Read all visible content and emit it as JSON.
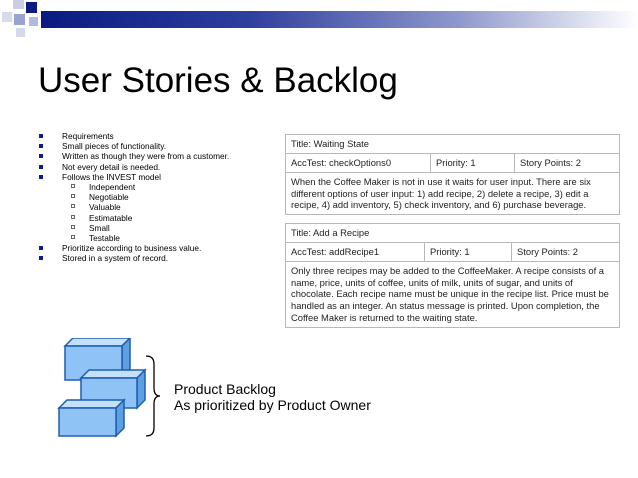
{
  "slide": {
    "title": "User Stories & Backlog"
  },
  "bullets": [
    {
      "label": "Requirements"
    },
    {
      "label": "Small pieces of functionality."
    },
    {
      "label": "Written as though they were from a customer."
    },
    {
      "label": "Not every detail is needed."
    },
    {
      "label": "Follows the INVEST model",
      "sub": [
        "Independent",
        "Negotiable",
        "Valuable",
        "Estimatable",
        "Small",
        "Testable"
      ]
    },
    {
      "label": "Prioritize according to business value."
    },
    {
      "label": "Stored in a system of record."
    }
  ],
  "stories": [
    {
      "title": "Title: Waiting State",
      "acctest": "AccTest: checkOptions0",
      "priority": "Priority: 1",
      "points": "Story Points: 2",
      "description": "When the Coffee Maker is not in use it waits for user input. There are six different options of user input: 1) add recipe, 2) delete a recipe, 3) edit a recipe, 4) add inventory, 5) check inventory, and 6) purchase beverage."
    },
    {
      "title": "Title: Add a Recipe",
      "acctest": "AccTest: addRecipe1",
      "priority": "Priority: 1",
      "points": "Story Points: 2",
      "description": "Only three recipes may be added to the CoffeeMaker. A recipe consists of a name, price, units of coffee, units of milk, units of sugar, and units of chocolate. Each recipe name must be unique in the recipe list. Price must be handled as an integer. An status message is printed. Upon completion, the Coffee Maker is returned to the waiting state."
    }
  ],
  "backlog": {
    "line1": "Product Backlog",
    "line2": "As prioritized by Product Owner"
  },
  "colors": {
    "accent_dark": "#0b1d8a",
    "block_fill": "#8fc3f5",
    "block_stroke": "#1d5fae"
  }
}
